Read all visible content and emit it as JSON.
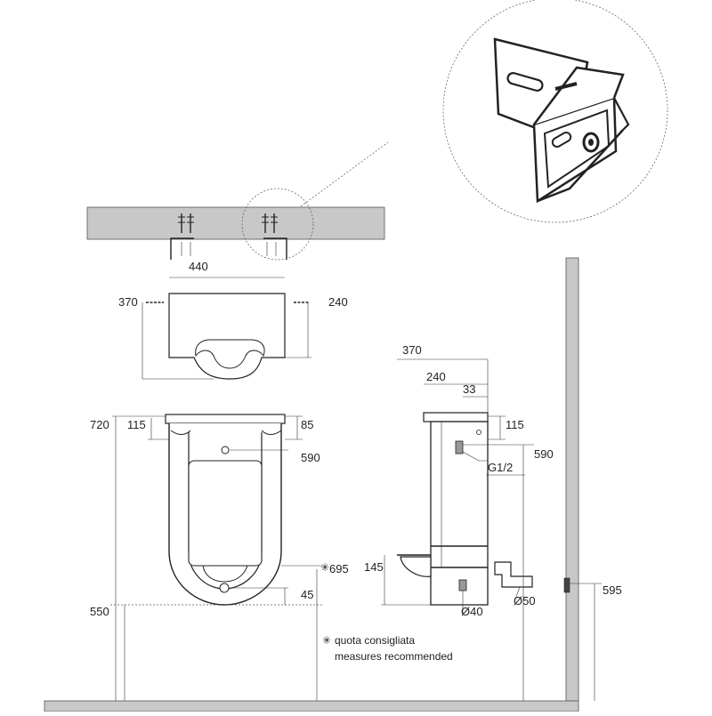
{
  "dimensions": {
    "top_width": "440",
    "top_depth_left": "370",
    "top_depth_right": "240",
    "front_height": "720",
    "front_top_offset": "115",
    "front_side_offset": "85",
    "front_inlet_height": "590",
    "front_rim_height": "695",
    "front_outlet_offset": "45",
    "front_floor_height": "550",
    "side_depth": "370",
    "side_back_depth": "240",
    "side_small": "33",
    "side_top_offset": "115",
    "side_inlet_height": "590",
    "side_inlet_thread": "G1/2",
    "side_bowl_height": "145",
    "side_outlet_diameter": "Ø40",
    "side_trap_diameter": "Ø50",
    "wall_outlet_height": "595"
  },
  "notes": {
    "symbol": "✳",
    "line1": "quota consigliata",
    "line2": "measures recommended",
    "rim_symbol": "✳"
  },
  "colors": {
    "wall": "#c8c8c8",
    "line": "#222222"
  }
}
